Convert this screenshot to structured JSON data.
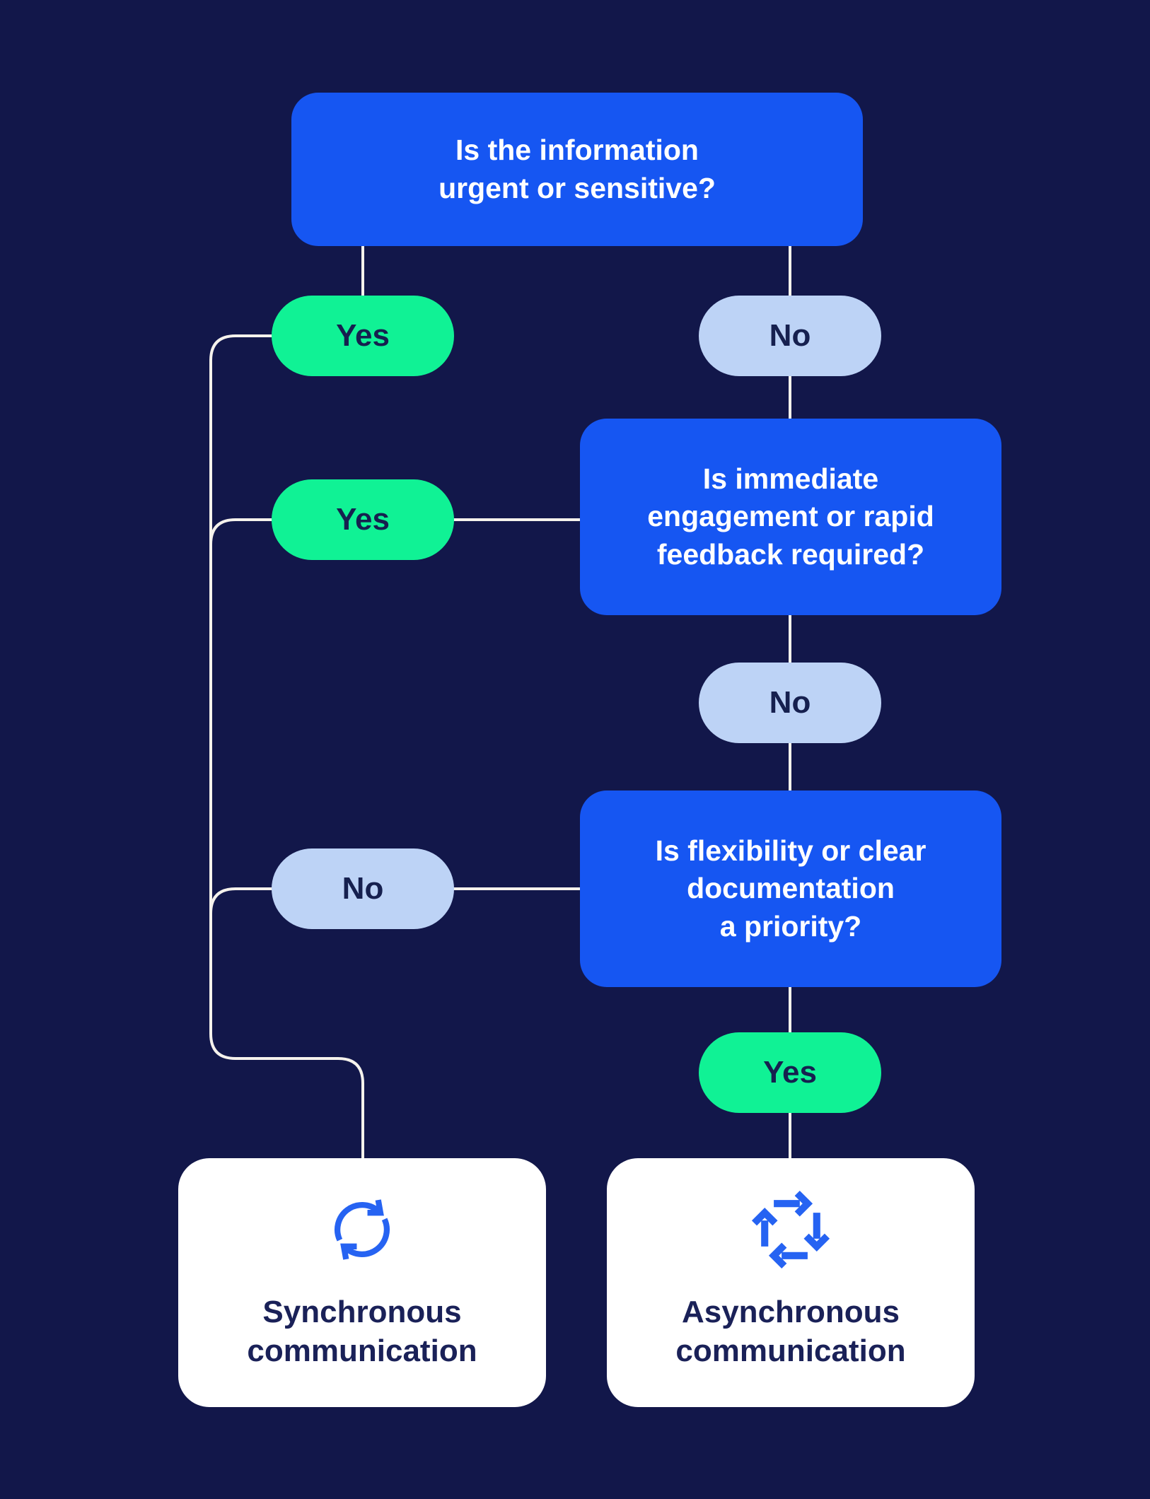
{
  "colors": {
    "background": "#12174A",
    "question_box": "#1656F2",
    "yes_pill": "#10F295",
    "no_pill": "#BDD3F6",
    "result_card": "#FFFFFF",
    "connector_line": "#F5F2EC",
    "icon_accent": "#2663F2",
    "dark_text": "#16204F",
    "light_text": "#FFFFFF"
  },
  "questions": [
    {
      "id": "q1",
      "label": "Is the information\nurgent or sensitive?"
    },
    {
      "id": "q2",
      "label": "Is immediate\nengagement or rapid\nfeedback required?"
    },
    {
      "id": "q3",
      "label": "Is flexibility or clear\ndocumentation\na priority?"
    }
  ],
  "branches": {
    "q1_yes": "Yes",
    "q1_no": "No",
    "q2_yes": "Yes",
    "q2_no": "No",
    "q3_no": "No",
    "q3_yes": "Yes"
  },
  "results": [
    {
      "id": "synchronous",
      "label": "Synchronous\ncommunication",
      "icon": "sync-loop-icon"
    },
    {
      "id": "asynchronous",
      "label": "Asynchronous\ncommunication",
      "icon": "cycle-arrows-icon"
    }
  ]
}
